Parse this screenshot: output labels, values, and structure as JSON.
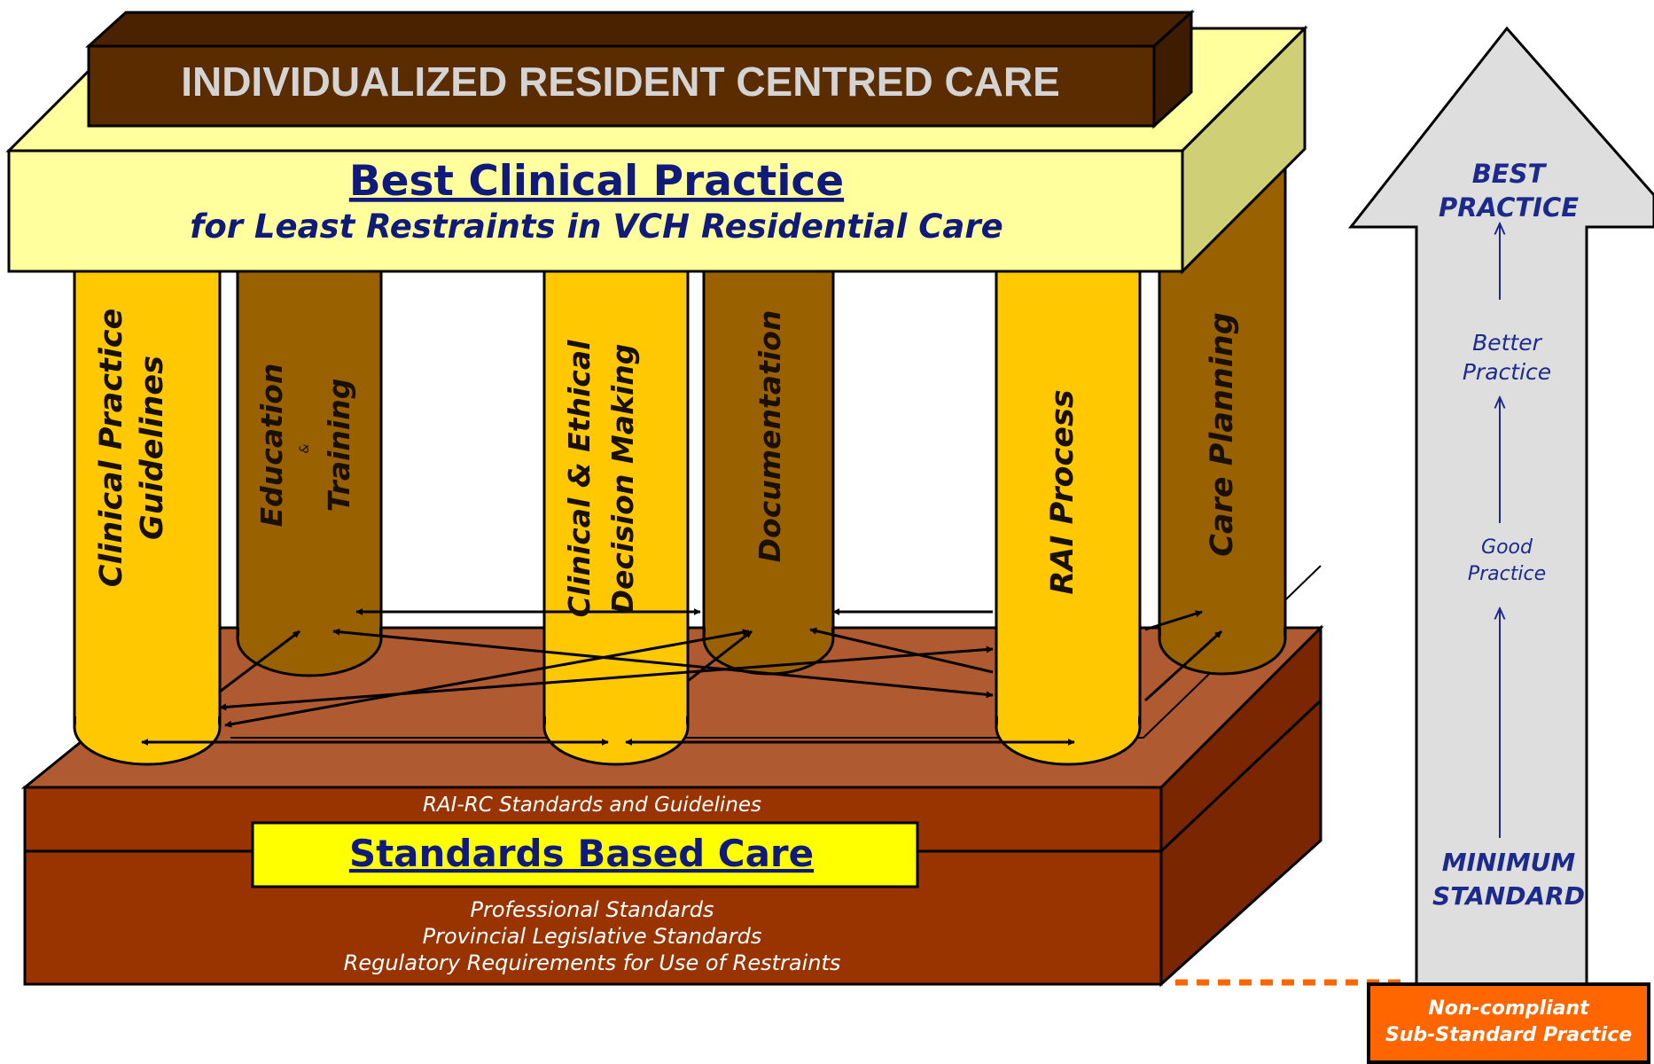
{
  "roof": {
    "title": "INDIVIDUALIZED RESIDENT CENTRED CARE"
  },
  "beam": {
    "title": "Best Clinical Practice",
    "subtitle": "for Least Restraints in VCH Residential Care"
  },
  "pillars": {
    "p1": {
      "line1": "Clinical Practice",
      "line2": "Guidelines"
    },
    "p2": {
      "line1": "Education",
      "amp": "&",
      "line2": "Training"
    },
    "p3": {
      "line1": "Clinical & Ethical",
      "line2": "Decision Making"
    },
    "p4": {
      "line1": "Documentation"
    },
    "p5": {
      "line1": "RAI Process"
    },
    "p6": {
      "line1": "Care Planning"
    }
  },
  "base": {
    "top_label": "RAI-RC Standards and Guidelines",
    "title": "Standards Based Care",
    "lines": [
      "Professional Standards",
      "Provincial Legislative Standards",
      "Regulatory Requirements for Use of Restraints"
    ]
  },
  "scale": {
    "best_line1": "BEST",
    "best_line2": "PRACTICE",
    "better_line1": "Better",
    "better_line2": "Practice",
    "good_line1": "Good",
    "good_line2": "Practice",
    "min_line1": "MINIMUM",
    "min_line2": "STANDARD",
    "noncompliant_line1": "Non-compliant",
    "noncompliant_line2": "Sub-Standard Practice"
  },
  "colors": {
    "roof_brown": "#5a2c00",
    "beam_yellow": "#ffff9e",
    "pillar_gold": "#ffc800",
    "pillar_brown": "#996100",
    "base_red_brown": "#993300",
    "base_top": "#b05a32",
    "banner_yellow": "#ffff00",
    "navy_text": "#0f1a7a",
    "arrow_gray": "#dedede",
    "noncompliant_orange": "#ff6600"
  }
}
